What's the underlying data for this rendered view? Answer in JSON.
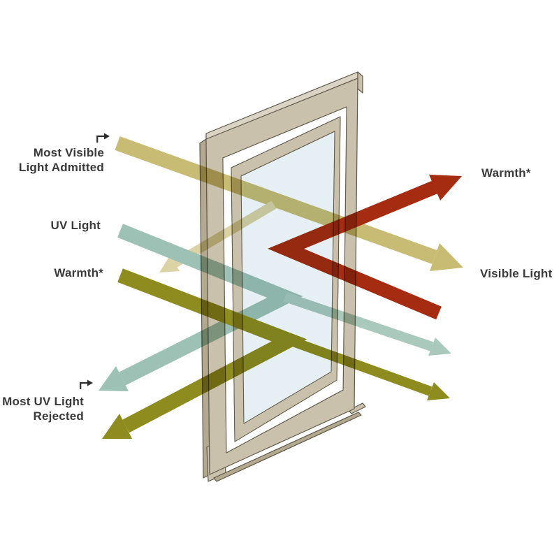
{
  "diagram": {
    "title_hidden": "",
    "background": "#ffffff",
    "colors": {
      "text": "#3a3a3a",
      "visible_tan": "#c8bc74",
      "visible_tan_pale": "#dbd3a5",
      "uv_teal": "#9dc1b5",
      "uv_teal_light": "#a9c9bd",
      "warmth_olive": "#8e8c1e",
      "warmth_red": "#a52c11",
      "frame_tan": "#cac1ac",
      "frame_tan_dark": "#b3a98f",
      "frame_tan_light": "#dbd4c4",
      "frame_outline": "#5e584a",
      "glass_blue": "#e6eff3",
      "white": "#ffffff"
    },
    "labels": {
      "most_visible": {
        "line1": "Most Visible",
        "line2": "Light Admitted"
      },
      "uv_light": "UV Light",
      "warmth_in": "Warmth*",
      "most_uv": {
        "line1": "Most UV Light",
        "line2": "Rejected"
      },
      "warmth_out": "Warmth*",
      "visible_light": "Visible Light"
    },
    "rays": [
      {
        "name": "visible-light-admitted",
        "color_key": "visible_tan",
        "from": "Most Visible Light Admitted",
        "to": "Visible Light",
        "behavior": "passes through glass"
      },
      {
        "name": "visible-light-reflected-small",
        "color_key": "visible_tan_pale",
        "behavior": "small portion reflected back out"
      },
      {
        "name": "uv-light",
        "color_key": "uv_teal",
        "from": "UV Light",
        "to": "Most UV Light Rejected",
        "behavior": "mostly reflected, small portion transmitted"
      },
      {
        "name": "solar-warmth",
        "color_key": "warmth_olive",
        "from": "Warmth*",
        "behavior": "mostly reflected, small portion transmitted"
      },
      {
        "name": "interior-warmth",
        "color_key": "warmth_red",
        "to": "Warmth*",
        "behavior": "reflected back inside"
      }
    ]
  }
}
